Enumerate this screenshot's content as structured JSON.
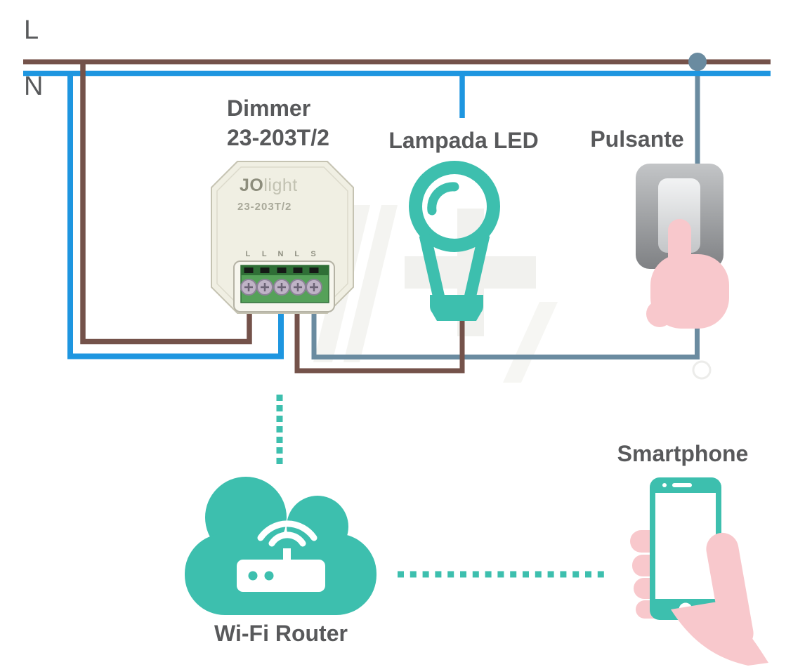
{
  "labels": {
    "line": "L",
    "neutral": "N",
    "dimmer_line1": "Dimmer",
    "dimmer_line2": "23-203T/2",
    "lamp": "Lampada LED",
    "button": "Pulsante",
    "smartphone": "Smartphone",
    "router": "Wi-Fi Router"
  },
  "dimmer_device": {
    "brand_bold": "JO",
    "brand_light": "light",
    "model": "23-203T/2",
    "terminals": [
      "L",
      "L",
      "N",
      "L",
      "S"
    ]
  },
  "icons": {
    "lamp": "led-bulb-icon",
    "button": "wall-switch-icon",
    "button_hand": "pressing-hand-icon",
    "router": "wifi-router-cloud-icon",
    "smartphone": "smartphone-in-hand-icon",
    "junction": "junction-dot"
  },
  "colors": {
    "live_wire": "#74524a",
    "neutral_wire": "#1e96e0",
    "switch_wire": "#6a8ba0",
    "accent_teal": "#3dbfae",
    "hand_pink": "#f8c8cc",
    "terminal_green": "#55a159",
    "label_gray": "#58595b"
  }
}
